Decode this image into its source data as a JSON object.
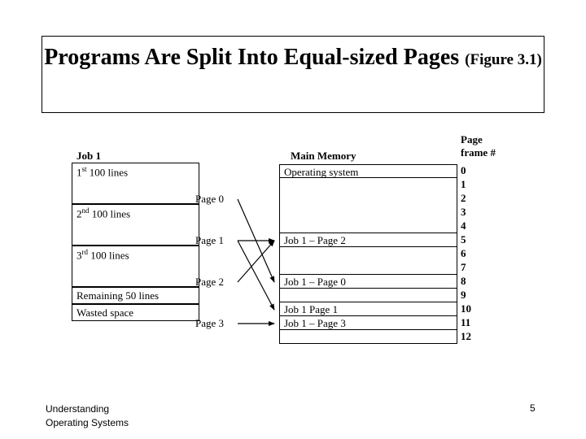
{
  "slide": {
    "title_main": "Programs Are Split Into Equal-sized Pages",
    "title_sub": "(Figure 3.1)",
    "footer_line1": "Understanding",
    "footer_line2": "Operating Systems",
    "page_number": "5"
  },
  "diagram": {
    "job_column_header": "Job 1",
    "job_blocks": [
      {
        "prefix": "1",
        "sup": "st",
        "rest": " 100 lines"
      },
      {
        "prefix": "2",
        "sup": "nd",
        "rest": " 100 lines"
      },
      {
        "prefix": "3",
        "sup": "rd",
        "rest": " 100 lines"
      },
      {
        "prefix": "",
        "sup": "",
        "rest": "Remaining 50 lines"
      },
      {
        "prefix": "",
        "sup": "",
        "rest": "Wasted space"
      }
    ],
    "page_labels": [
      "Page 0",
      "Page 1",
      "Page 2",
      "Page 3"
    ],
    "memory_header": "Main Memory",
    "frame_header_line1": "Page",
    "frame_header_line2": "frame #",
    "memory_rows": [
      {
        "label": "Operating system",
        "frame": "0"
      },
      {
        "label": "",
        "frame": "1"
      },
      {
        "label": "",
        "frame": "2"
      },
      {
        "label": "",
        "frame": "3"
      },
      {
        "label": "",
        "frame": "4"
      },
      {
        "label": "Job 1 – Page 2",
        "frame": "5"
      },
      {
        "label": "",
        "frame": "6"
      },
      {
        "label": "",
        "frame": "7"
      },
      {
        "label": "Job 1 – Page 0",
        "frame": "8"
      },
      {
        "label": "",
        "frame": "9"
      },
      {
        "label": "Job 1     Page 1",
        "frame": "10"
      },
      {
        "label": "Job 1 – Page 3",
        "frame": "11"
      },
      {
        "label": "",
        "frame": "12"
      }
    ]
  }
}
